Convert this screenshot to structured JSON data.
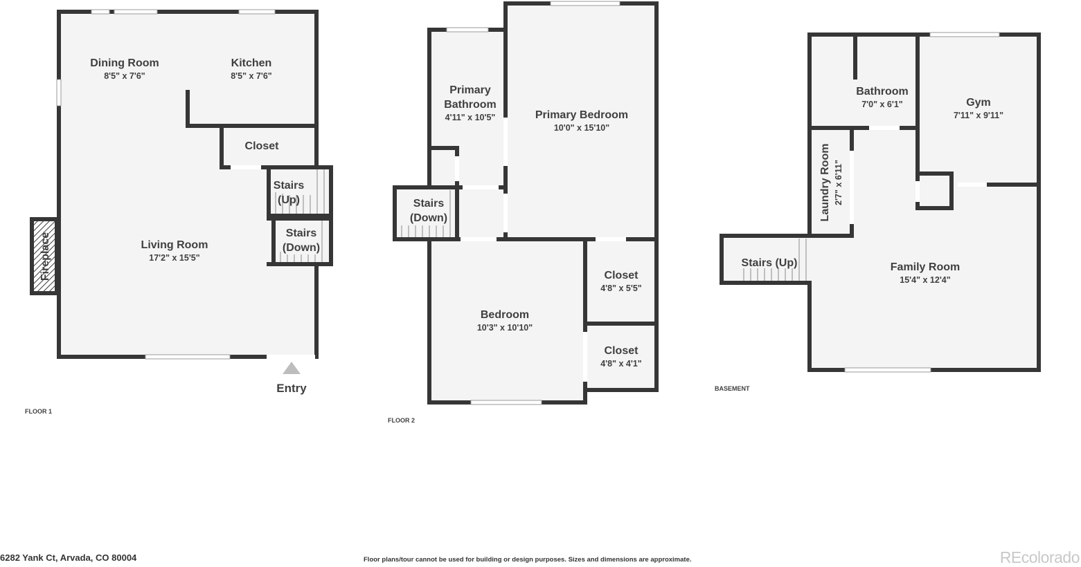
{
  "colors": {
    "wall": "#363636",
    "floor": "#f4f4f4",
    "window": "#d9d9d9",
    "background": "#ffffff"
  },
  "floors": {
    "floor1": {
      "label": "FLOOR 1",
      "rooms": {
        "dining": {
          "name": "Dining Room",
          "dims": "8'5\" x 7'6\""
        },
        "kitchen": {
          "name": "Kitchen",
          "dims": "8'5\" x 7'6\""
        },
        "closet": {
          "name": "Closet"
        },
        "stairs_up": {
          "line1": "Stairs",
          "line2": "(Up)"
        },
        "stairs_down": {
          "line1": "Stairs",
          "line2": "(Down)"
        },
        "living": {
          "name": "Living Room",
          "dims": "17'2\" x 15'5\""
        },
        "fireplace": {
          "name": "Fireplace"
        }
      },
      "entry": "Entry"
    },
    "floor2": {
      "label": "FLOOR 2",
      "rooms": {
        "primary_bath": {
          "line1": "Primary",
          "line2": "Bathroom",
          "dims": "4'11\" x 10'5\""
        },
        "primary_bed": {
          "name": "Primary Bedroom",
          "dims": "10'0\" x 15'10\""
        },
        "stairs_down": {
          "line1": "Stairs",
          "line2": "(Down)"
        },
        "bedroom": {
          "name": "Bedroom",
          "dims": "10'3\" x 10'10\""
        },
        "closet_a": {
          "name": "Closet",
          "dims": "4'8\" x 5'5\""
        },
        "closet_b": {
          "name": "Closet",
          "dims": "4'8\" x 4'1\""
        }
      }
    },
    "basement": {
      "label": "BASEMENT",
      "rooms": {
        "bathroom": {
          "name": "Bathroom",
          "dims": "7'0\" x 6'1\""
        },
        "gym": {
          "name": "Gym",
          "dims": "7'11\" x 9'11\""
        },
        "laundry": {
          "name": "Laundry Room",
          "dims": "2'7\" x 6'11\""
        },
        "stairs_up": {
          "name": "Stairs (Up)"
        },
        "family": {
          "name": "Family Room",
          "dims": "15'4\" x 12'4\""
        }
      }
    }
  },
  "footer": {
    "address": "6282 Yank Ct, Arvada, CO 80004",
    "disclaimer": "Floor plans/tour cannot be used for building or design purposes. Sizes and dimensions are approximate.",
    "logo": "REcolorado"
  }
}
